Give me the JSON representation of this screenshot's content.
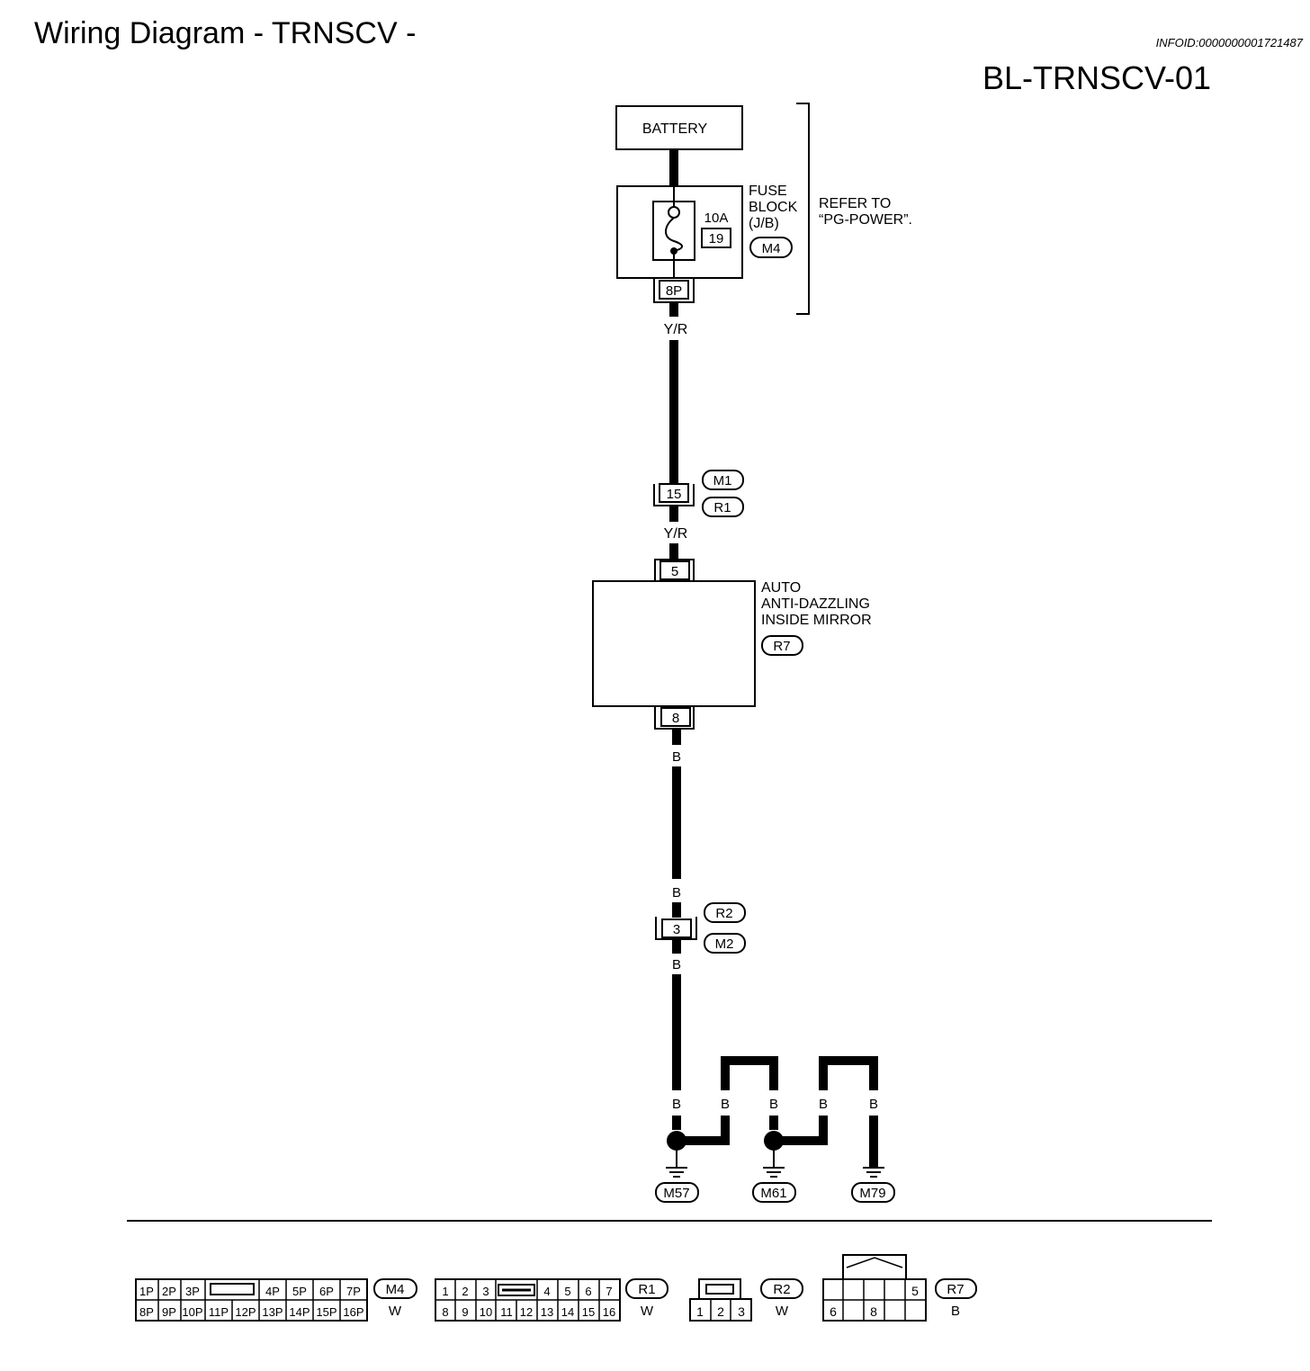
{
  "header": {
    "title": "Wiring Diagram - TRNSCV -",
    "info_id": "INFOID:0000000001721487",
    "diagram_code": "BL-TRNSCV-01"
  },
  "components": {
    "battery": "BATTERY",
    "fuse_block_l1": "FUSE",
    "fuse_block_l2": "BLOCK",
    "fuse_block_l3": "(J/B)",
    "fuse_rating": "10A",
    "fuse_number": "19",
    "fuse_connector": "M4",
    "fuse_terminal": "8P",
    "refer_l1": "REFER TO",
    "refer_l2": "“PG-POWER”.",
    "mirror_l1": "AUTO",
    "mirror_l2": "ANTI-DAZZLING",
    "mirror_l3": "INSIDE MIRROR",
    "mirror_connector": "R7",
    "mirror_pin_in": "5",
    "mirror_pin_out": "8"
  },
  "wires": {
    "power_color": "Y/R",
    "ground_color": "B"
  },
  "junctions": {
    "upper": {
      "pin": "15",
      "conn_top": "M1",
      "conn_bottom": "R1"
    },
    "lower": {
      "pin": "3",
      "conn_top": "R2",
      "conn_bottom": "M2"
    }
  },
  "grounds": [
    "M57",
    "M61",
    "M79"
  ],
  "connector_legend": {
    "m4": {
      "label": "M4",
      "color": "W",
      "top": [
        "1P",
        "2P",
        "3P",
        "",
        "4P",
        "5P",
        "6P",
        "7P"
      ],
      "bottom": [
        "8P",
        "9P",
        "10P",
        "11P",
        "12P",
        "13P",
        "14P",
        "15P",
        "16P"
      ]
    },
    "r1": {
      "label": "R1",
      "color": "W",
      "top": [
        "1",
        "2",
        "3",
        "",
        "4",
        "5",
        "6",
        "7"
      ],
      "bottom": [
        "8",
        "9",
        "10",
        "11",
        "12",
        "13",
        "14",
        "15",
        "16"
      ]
    },
    "r2": {
      "label": "R2",
      "color": "W",
      "pins": [
        "1",
        "2",
        "3"
      ]
    },
    "r7": {
      "label": "R7",
      "color": "B",
      "top": [
        "",
        "",
        "",
        "",
        "5"
      ],
      "bottom": [
        "6",
        "",
        "8",
        "",
        ""
      ]
    }
  }
}
